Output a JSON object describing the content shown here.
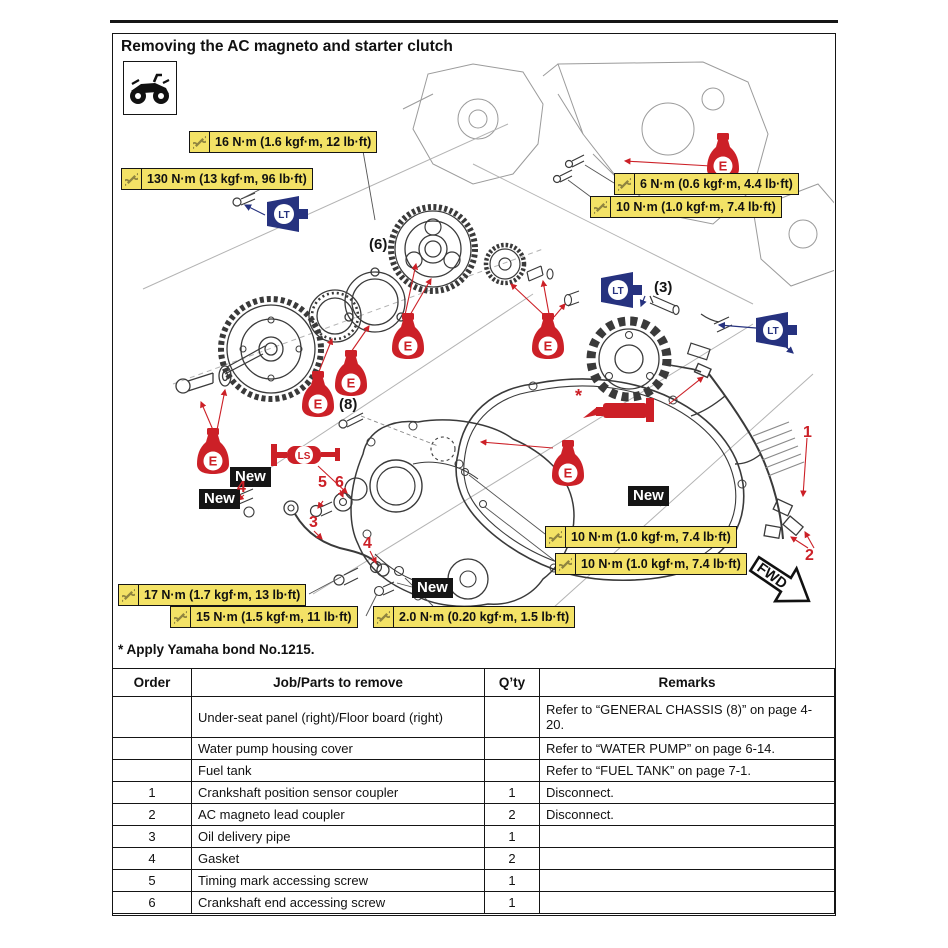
{
  "page": {
    "title": "Removing the AC magneto and starter clutch",
    "footnote": "* Apply Yamaha bond No.1215."
  },
  "figure": {
    "torque_labels": [
      {
        "text": "16 N·m (1.6 kgf·m, 12 lb·ft)"
      },
      {
        "text": "130 N·m (13 kgf·m, 96 lb·ft)"
      },
      {
        "text": "6 N·m (0.6 kgf·m, 4.4 lb·ft)"
      },
      {
        "text": "10 N·m (1.0 kgf·m, 7.4 lb·ft)"
      },
      {
        "text": "10 N·m (1.0 kgf·m, 7.4 lb·ft)"
      },
      {
        "text": "10 N·m (1.0 kgf·m, 7.4 lb·ft)"
      },
      {
        "text": "17 N·m (1.7 kgf·m, 13 lb·ft)"
      },
      {
        "text": "15 N·m (1.5 kgf·m, 11 lb·ft)"
      },
      {
        "text": "2.0 N·m (0.20 kgf·m, 1.5 lb·ft)"
      }
    ],
    "new_labels": [
      "New",
      "New",
      "New",
      "New"
    ],
    "part_numbers": [
      "1",
      "2",
      "3",
      "4",
      "4",
      "5",
      "6"
    ],
    "count_labels": [
      "(6)",
      "(8)",
      "(3)"
    ],
    "icons": {
      "oil": "E",
      "grease": "LS",
      "threadlock": "LT",
      "sealant_asterisk": "*",
      "fwd": "FWD"
    },
    "colors": {
      "label_yellow": "#f3e266",
      "red": "#cc2027",
      "blue": "#26327f",
      "new_tag_bg": "#151515"
    }
  },
  "table": {
    "headers": [
      "Order",
      "Job/Parts to remove",
      "Q’ty",
      "Remarks"
    ],
    "rows": [
      {
        "order": "",
        "job": "Under-seat panel (right)/Floor board (right)",
        "qty": "",
        "remarks": "Refer to “GENERAL CHASSIS (8)” on page 4-20."
      },
      {
        "order": "",
        "job": "Water pump housing cover",
        "qty": "",
        "remarks": "Refer to “WATER PUMP” on page 6-14."
      },
      {
        "order": "",
        "job": "Fuel tank",
        "qty": "",
        "remarks": "Refer to “FUEL TANK” on page 7-1."
      },
      {
        "order": "1",
        "job": "Crankshaft position sensor coupler",
        "qty": "1",
        "remarks": "Disconnect."
      },
      {
        "order": "2",
        "job": "AC magneto lead coupler",
        "qty": "2",
        "remarks": "Disconnect."
      },
      {
        "order": "3",
        "job": "Oil delivery pipe",
        "qty": "1",
        "remarks": ""
      },
      {
        "order": "4",
        "job": "Gasket",
        "qty": "2",
        "remarks": ""
      },
      {
        "order": "5",
        "job": "Timing mark accessing screw",
        "qty": "1",
        "remarks": ""
      },
      {
        "order": "6",
        "job": "Crankshaft end accessing screw",
        "qty": "1",
        "remarks": ""
      }
    ]
  }
}
